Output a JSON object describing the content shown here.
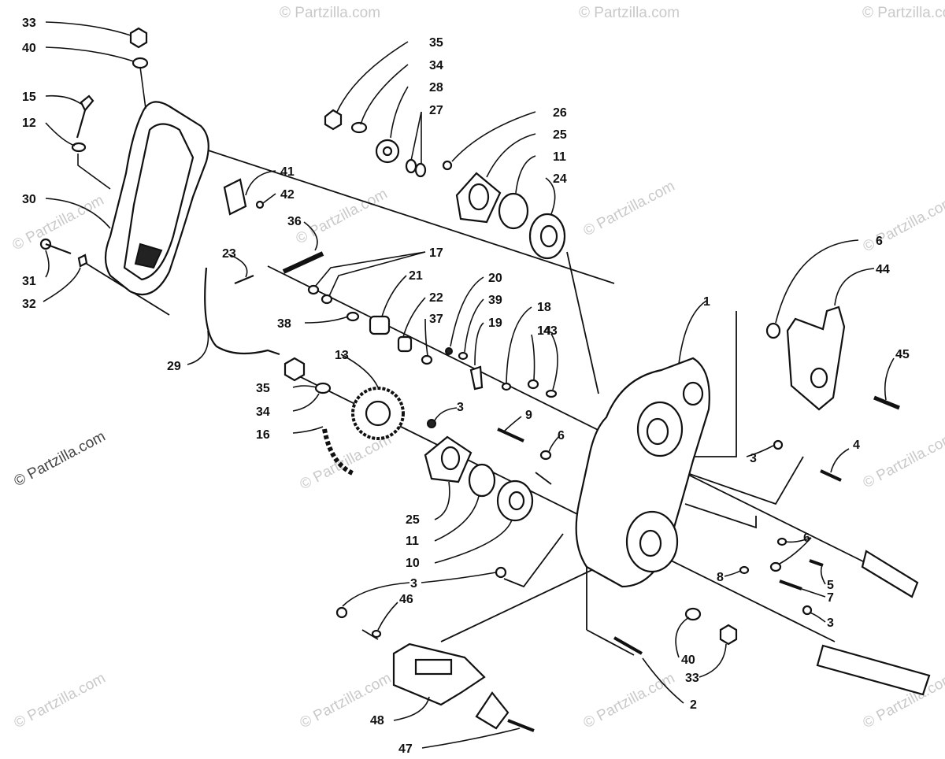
{
  "watermark": {
    "text": "© Partzilla.com",
    "color": "#c9c9c9"
  },
  "callouts": [
    {
      "id": "c33a",
      "text": "33"
    },
    {
      "id": "c40a",
      "text": "40"
    },
    {
      "id": "c15",
      "text": "15"
    },
    {
      "id": "c12",
      "text": "12"
    },
    {
      "id": "c30",
      "text": "30"
    },
    {
      "id": "c31",
      "text": "31"
    },
    {
      "id": "c32",
      "text": "32"
    },
    {
      "id": "c41",
      "text": "41"
    },
    {
      "id": "c42",
      "text": "42"
    },
    {
      "id": "c36",
      "text": "36"
    },
    {
      "id": "c23",
      "text": "23"
    },
    {
      "id": "c29",
      "text": "29"
    },
    {
      "id": "c35a",
      "text": "35"
    },
    {
      "id": "c34a",
      "text": "34"
    },
    {
      "id": "c28",
      "text": "28"
    },
    {
      "id": "c27",
      "text": "27"
    },
    {
      "id": "c26",
      "text": "26"
    },
    {
      "id": "c25a",
      "text": "25"
    },
    {
      "id": "c11a",
      "text": "11"
    },
    {
      "id": "c24",
      "text": "24"
    },
    {
      "id": "c17",
      "text": "17"
    },
    {
      "id": "c21",
      "text": "21"
    },
    {
      "id": "c20",
      "text": "20"
    },
    {
      "id": "c39",
      "text": "39"
    },
    {
      "id": "c22",
      "text": "22"
    },
    {
      "id": "c37",
      "text": "37"
    },
    {
      "id": "c19",
      "text": "19"
    },
    {
      "id": "c38",
      "text": "38"
    },
    {
      "id": "c18",
      "text": "18"
    },
    {
      "id": "c14",
      "text": "14"
    },
    {
      "id": "c43",
      "text": "43"
    },
    {
      "id": "c1",
      "text": "1"
    },
    {
      "id": "c6a",
      "text": "6"
    },
    {
      "id": "c44",
      "text": "44"
    },
    {
      "id": "c45",
      "text": "45"
    },
    {
      "id": "c13",
      "text": "13"
    },
    {
      "id": "c35b",
      "text": "35"
    },
    {
      "id": "c34b",
      "text": "34"
    },
    {
      "id": "c16",
      "text": "16"
    },
    {
      "id": "c3a",
      "text": "3"
    },
    {
      "id": "c9",
      "text": "9"
    },
    {
      "id": "c6b",
      "text": "6"
    },
    {
      "id": "c3b",
      "text": "3"
    },
    {
      "id": "c4",
      "text": "4"
    },
    {
      "id": "c25b",
      "text": "25"
    },
    {
      "id": "c11b",
      "text": "11"
    },
    {
      "id": "c10",
      "text": "10"
    },
    {
      "id": "c6c",
      "text": "6"
    },
    {
      "id": "c5",
      "text": "5"
    },
    {
      "id": "c8",
      "text": "8"
    },
    {
      "id": "c7",
      "text": "7"
    },
    {
      "id": "c3c",
      "text": "3"
    },
    {
      "id": "c3d",
      "text": "3"
    },
    {
      "id": "c46",
      "text": "46"
    },
    {
      "id": "c40b",
      "text": "40"
    },
    {
      "id": "c33b",
      "text": "33"
    },
    {
      "id": "c2",
      "text": "2"
    },
    {
      "id": "c48",
      "text": "48"
    },
    {
      "id": "c47",
      "text": "47"
    }
  ]
}
